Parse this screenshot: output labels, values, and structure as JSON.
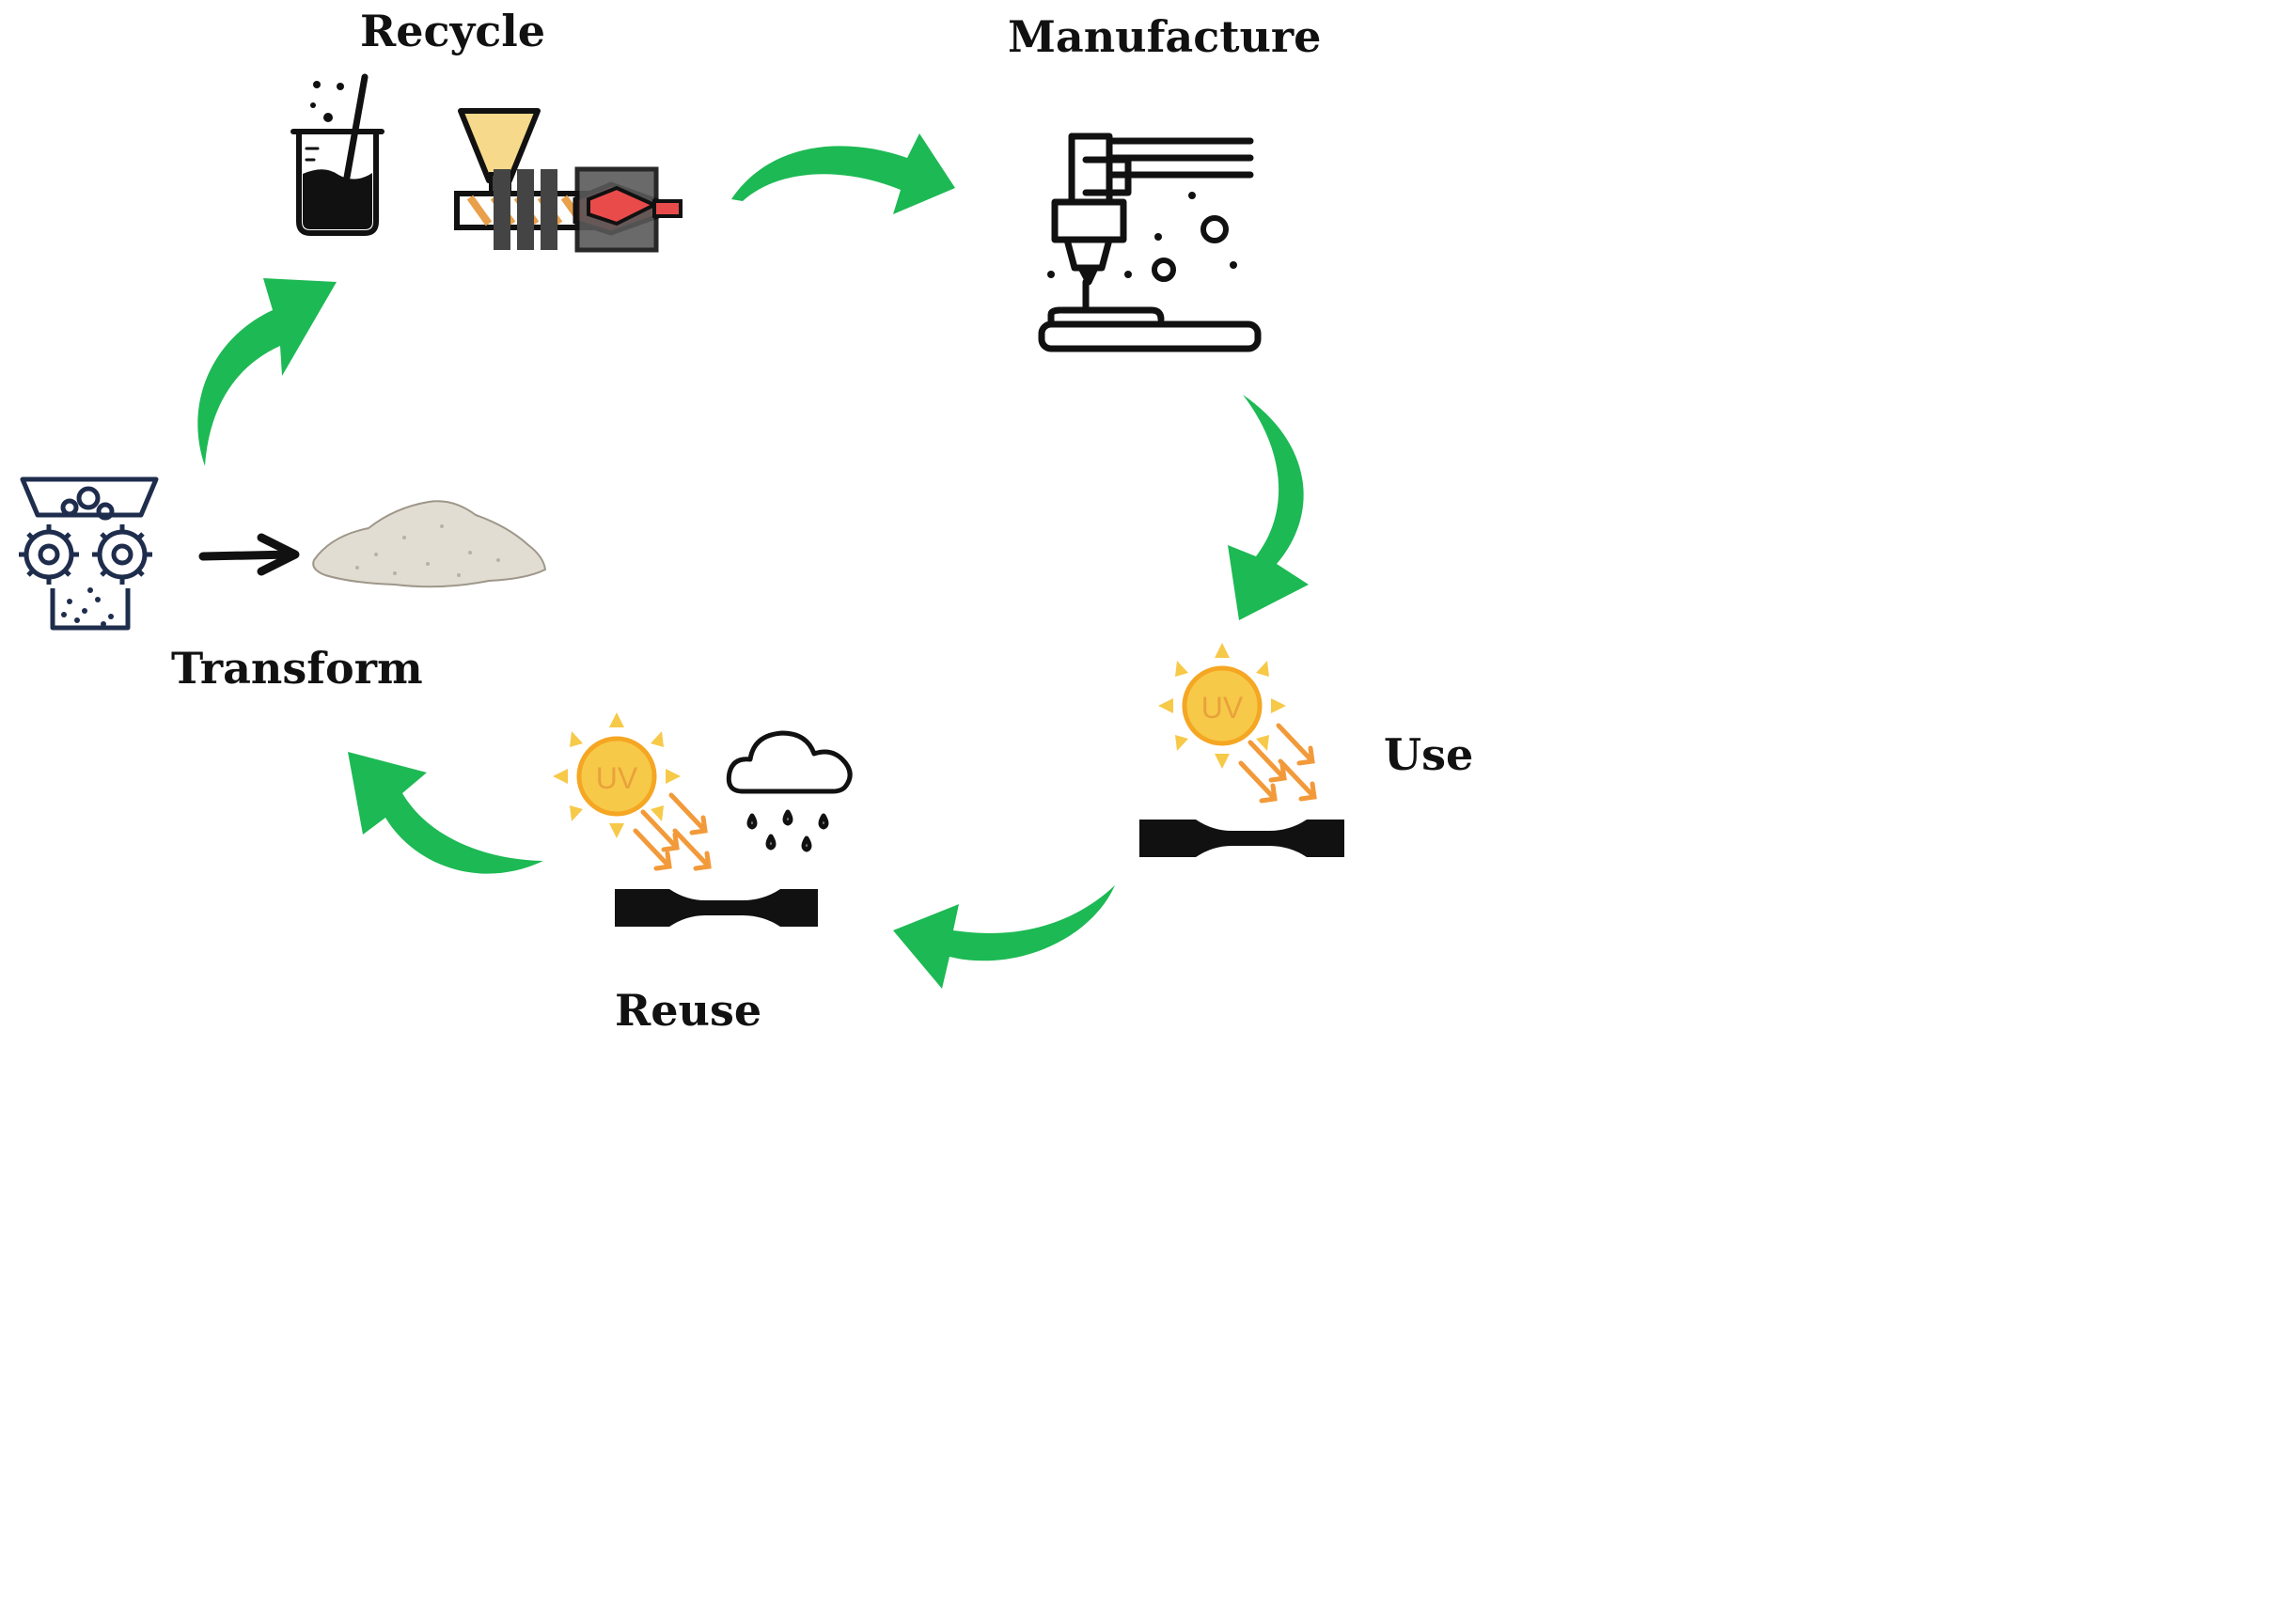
{
  "labels": {
    "recycle": "Recycle",
    "manufacture": "Manufacture",
    "use": "Use",
    "reuse": "Reuse",
    "transform": "Transform"
  },
  "badges": {
    "uv": "UV"
  },
  "colors": {
    "arrow": "#1db954",
    "text": "#111111",
    "sun": "#f7c948",
    "sun_ray": "#f5a623",
    "uv_arrow": "#f29a3a",
    "powder": "#e2ddd2",
    "specimen": "#111111",
    "funnel": "#f6d98a",
    "screw": "#e8a04c",
    "nozzle": "#e94b4b",
    "machine_body": "#555555",
    "crusher": "#1f2d4d"
  },
  "icons": [
    "beaker-icon",
    "injection-extruder-icon",
    "3d-printer-icon",
    "uv-sun-icon",
    "tensile-specimen-icon",
    "rain-cloud-icon",
    "crusher-gears-icon",
    "powder-pile-icon",
    "cycle-arrow-icon",
    "black-arrow-icon"
  ]
}
